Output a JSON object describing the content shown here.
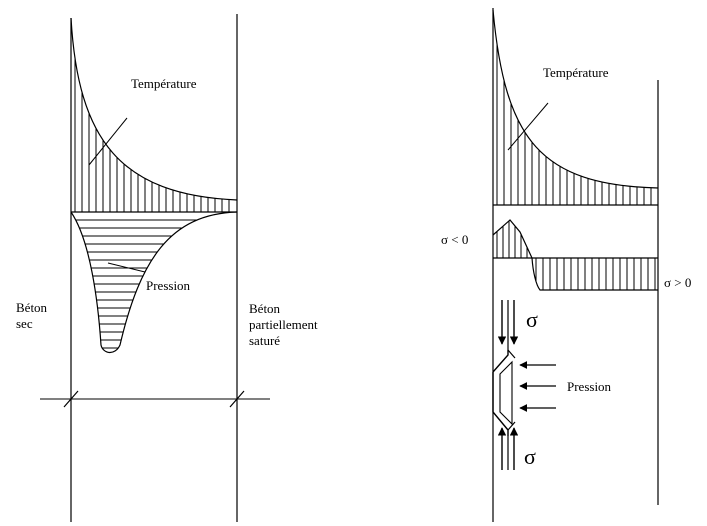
{
  "left_figure": {
    "temperature_label": "Température",
    "pressure_label": "Pression",
    "dry_concrete_label_line1": "Béton",
    "dry_concrete_label_line2": "sec",
    "saturated_concrete_label_line1": "Béton",
    "saturated_concrete_label_line2": "partiellement",
    "saturated_concrete_label_line3": "saturé"
  },
  "right_figure": {
    "temperature_label": "Température",
    "stress_negative_label": "σ < 0",
    "stress_positive_label": "σ > 0",
    "sigma_top_label": "σ",
    "sigma_bottom_label": "σ",
    "pressure_label": "Pression"
  }
}
